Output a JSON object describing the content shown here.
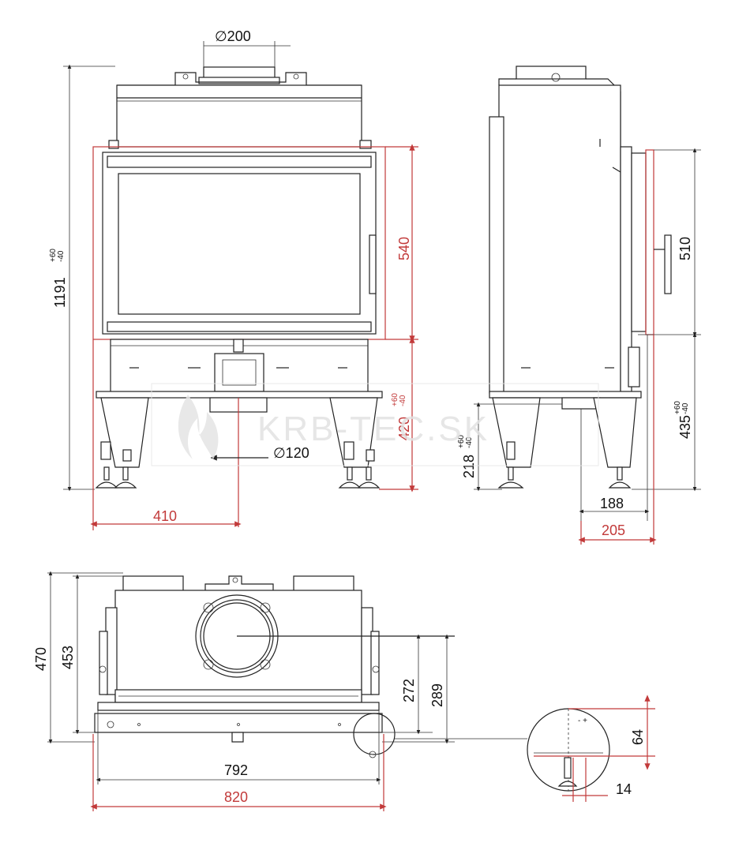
{
  "colors": {
    "line": "#222222",
    "dimension_red": "#c23a3a",
    "watermark": "#e2e2e2"
  },
  "watermark": "KRB-TEC.SK",
  "front_view": {
    "flue_diameter": "∅200",
    "overall_height": "1191",
    "overall_height_tol_plus": "+60",
    "overall_height_tol_minus": "-40",
    "door_height": "540",
    "lower_height": "420",
    "lower_height_tol_plus": "+60",
    "lower_height_tol_minus": "-40",
    "air_inlet_diameter": "∅120",
    "inlet_offset": "410"
  },
  "side_view": {
    "glass_height": "510",
    "base_height": "435",
    "base_height_tol_plus": "+60",
    "base_height_tol_minus": "-40",
    "inlet_height": "218",
    "inlet_height_tol_plus": "+60",
    "inlet_height_tol_minus": "-40",
    "depth_a": "188",
    "depth_b": "205"
  },
  "top_view": {
    "depth_total": "470",
    "depth_body": "453",
    "flue_center_a": "272",
    "flue_center_b": "289",
    "width_body": "792",
    "width_total": "820"
  },
  "detail": {
    "frame_height": "64",
    "frame_offset": "14"
  }
}
